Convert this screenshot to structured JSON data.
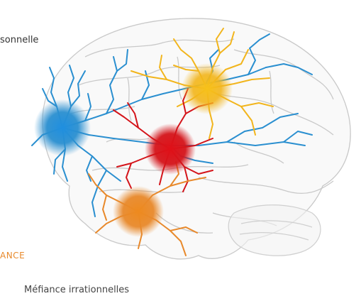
{
  "labels": {
    "top_text": "sonnelle",
    "orange_text": "ANCE",
    "bottom_text": "Méfiance irrationnelles"
  },
  "colors": {
    "blue": "#2a8fd0",
    "yellow": "#f2b51c",
    "red": "#d4141a",
    "orange": "#e8892b",
    "brain_outline": "#c9c9c9"
  },
  "icons": {
    "brain": "brain-outline-icon"
  }
}
